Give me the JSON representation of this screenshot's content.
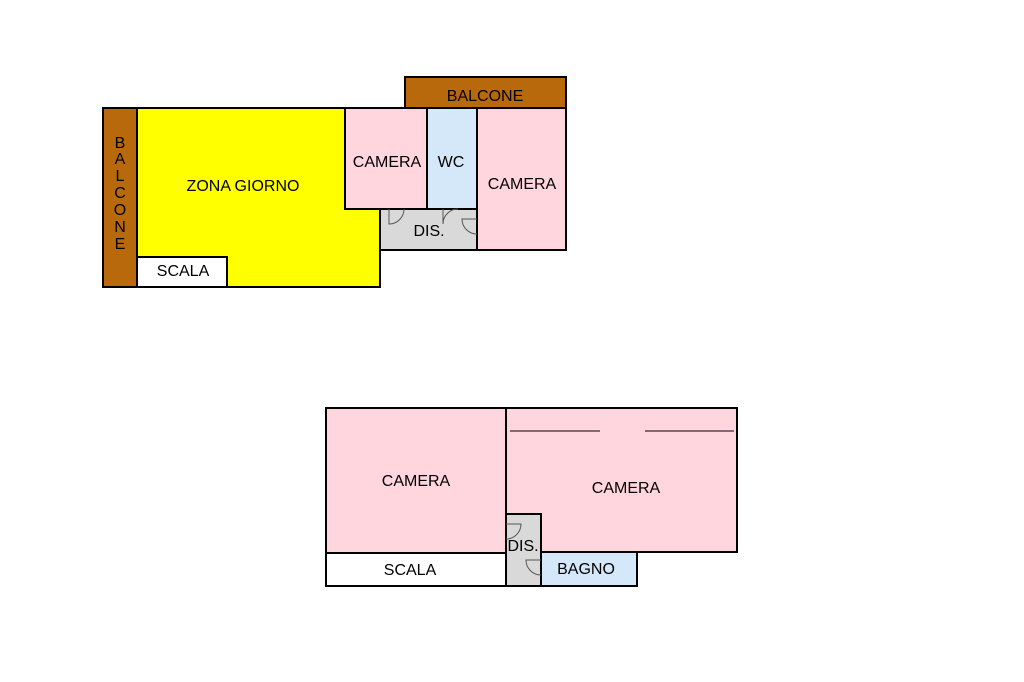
{
  "colors": {
    "living": "#ffff00",
    "bedroom": "#ffd6dd",
    "bath": "#d4e8fa",
    "balcony": "#b8690b",
    "hall": "#d9d9d9",
    "stair": "#ffffff"
  },
  "upper_floor": {
    "balcone_top": "BALCONE",
    "balcone_side": [
      "B",
      "A",
      "L",
      "C",
      "O",
      "N",
      "E"
    ],
    "zona_giorno": "ZONA GIORNO",
    "scala": "SCALA",
    "camera_small": "CAMERA",
    "wc": "WC",
    "camera_right": "CAMERA",
    "dis": "DIS."
  },
  "lower_floor": {
    "camera_left": "CAMERA",
    "camera_right": "CAMERA",
    "scala": "SCALA",
    "dis": "DIS.",
    "bagno": "BAGNO"
  }
}
